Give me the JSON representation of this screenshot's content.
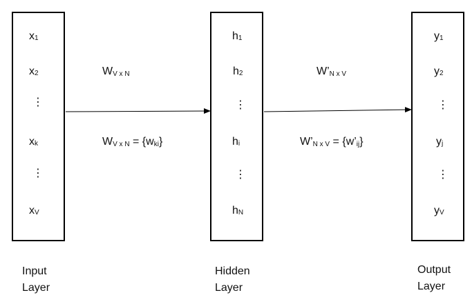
{
  "input_layer": {
    "label_line1": "Input",
    "label_line2": "Layer",
    "nodes": [
      {
        "base": "x",
        "sub": "1"
      },
      {
        "base": "x",
        "sub": "2"
      },
      {
        "base": "x",
        "sub": "k"
      },
      {
        "base": "x",
        "sub": "V"
      }
    ]
  },
  "hidden_layer": {
    "label_line1": "Hidden",
    "label_line2": "Layer",
    "nodes": [
      {
        "base": "h",
        "sub": "1"
      },
      {
        "base": "h",
        "sub": "2"
      },
      {
        "base": "h",
        "sub": "i"
      },
      {
        "base": "h",
        "sub": "N"
      }
    ]
  },
  "output_layer": {
    "label_line1": "Output",
    "label_line2": "Layer",
    "nodes": [
      {
        "base": "y",
        "sub": "1"
      },
      {
        "base": "y",
        "sub": "2"
      },
      {
        "base": "y",
        "sub": "j"
      },
      {
        "base": "y",
        "sub": "V"
      }
    ]
  },
  "weights_input_hidden": {
    "top": {
      "base": "W",
      "sub": "V x N"
    },
    "bottom": {
      "base": "W",
      "sub": "V x N",
      "rest": " = {w",
      "sub2": "ki",
      "end": "}"
    }
  },
  "weights_hidden_output": {
    "top": {
      "base": "W’",
      "sub": "N x V"
    },
    "bottom": {
      "base": "W’",
      "sub": "N x V",
      "rest": " = {w’",
      "sub2": "ij",
      "end": "}"
    }
  },
  "colors": {
    "line": "#000000",
    "text": "#111111",
    "background": "#ffffff"
  }
}
